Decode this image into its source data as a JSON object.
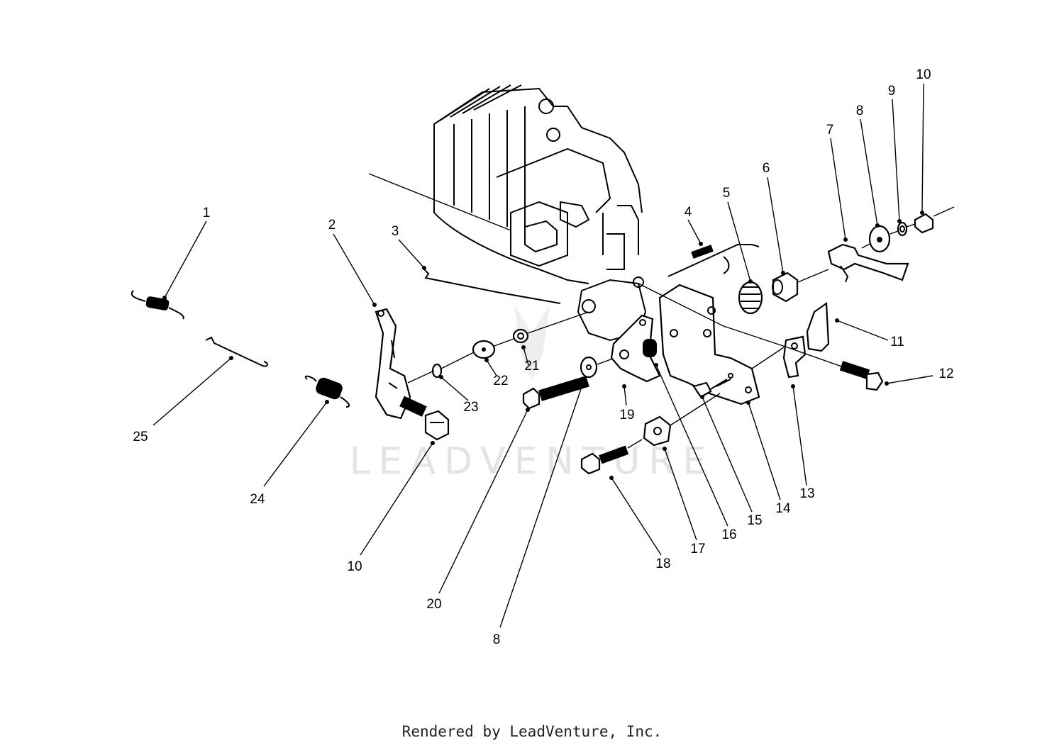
{
  "diagram": {
    "watermark": "LEADVENTURE",
    "callouts": [
      "1",
      "2",
      "3",
      "4",
      "5",
      "6",
      "7",
      "8",
      "9",
      "10",
      "11",
      "12",
      "13",
      "14",
      "15",
      "16",
      "17",
      "18",
      "19",
      "20",
      "21",
      "22",
      "23",
      "24",
      "25",
      "10",
      "8"
    ]
  },
  "footer": {
    "text": "Rendered by LeadVenture, Inc."
  }
}
